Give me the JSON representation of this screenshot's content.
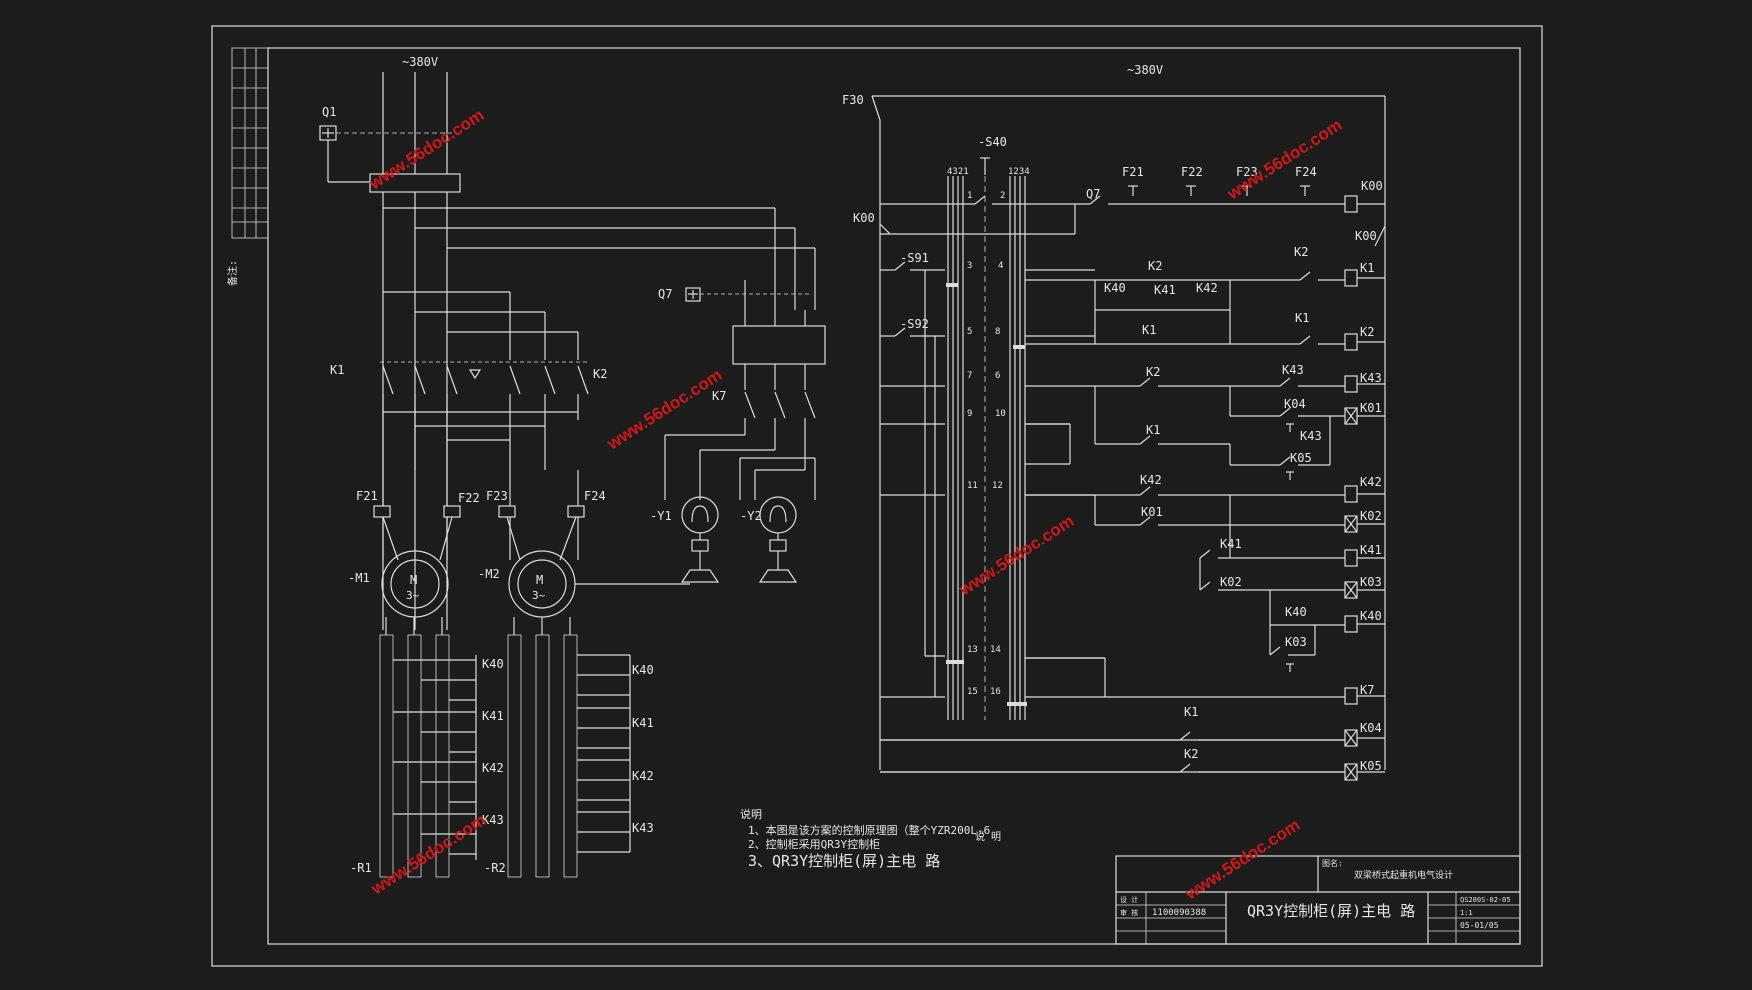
{
  "supply_labels": {
    "left": "~380V",
    "right": "~380V"
  },
  "left_labels": {
    "q1": "Q1",
    "k1": "K1",
    "k2": "K2",
    "q7": "Q7",
    "k7": "K7",
    "f21": "F21",
    "f22": "F22",
    "f23": "F23",
    "f24": "F24",
    "m1": "-M1",
    "m2": "-M2",
    "y1": "-Y1",
    "y2": "-Y2",
    "r1": "-R1",
    "r2": "-R2",
    "motor_m": "M",
    "motor_3": "3~",
    "res_left": [
      "K40",
      "K41",
      "K42",
      "K43"
    ],
    "res_right": [
      "K40",
      "K41",
      "K42",
      "K43"
    ]
  },
  "right_labels": {
    "f30": "F30",
    "s40": "-S40",
    "k00": "K00",
    "q7": "Q7",
    "fuses": [
      "F21",
      "F22",
      "F23",
      "F24"
    ],
    "contacts_top": [
      "4321",
      "1234"
    ],
    "s91": "-S91",
    "s92": "-S92",
    "terminals_left": [
      "1",
      "3",
      "5",
      "7",
      "9",
      "11",
      "13",
      "15"
    ],
    "terminals_right": [
      "2",
      "4",
      "6",
      "8",
      "10",
      "12",
      "14",
      "16"
    ],
    "coils": [
      "K00",
      "K1",
      "K2",
      "K43",
      "K01",
      "K42",
      "K02",
      "K41",
      "K03",
      "K40",
      "K7",
      "K04",
      "K05"
    ],
    "contacts": {
      "k00b": "K00",
      "k2a": "K2",
      "k40a": "K40",
      "k41a": "K41",
      "k42a": "K42",
      "k2b": "K2",
      "k1a": "K1",
      "k1b": "K1",
      "k2c": "K2",
      "k43a": "K43",
      "k04a": "K04",
      "k43b": "K43",
      "k1c": "K1",
      "k05a": "K05",
      "k42b": "K42",
      "k01a": "K01",
      "k41b": "K41",
      "k02a": "K02",
      "k40b": "K40",
      "k03a": "K03",
      "k1d": "K1",
      "k2d": "K2"
    }
  },
  "notes": {
    "heading": "说明",
    "line1": "1、本图是该方案的控制原理图（整个YZR200L-6",
    "line2": "2、控制柜采用QR3Y控制柜",
    "line3": "3、QR3Y控制柜(屏)主电 路",
    "side": "说 明"
  },
  "title_block": {
    "project": "双梁桥式起重机电气设计",
    "drawing_title": "QR3Y控制柜(屏)主电 路",
    "drawing_no": "QS200S-02-05",
    "sheet": "05-01/05",
    "scale": "1:1",
    "number": "1100090388",
    "label_design": "设 计",
    "label_check": "审 核",
    "label_name": "图名:",
    "margin_note": "备注:"
  },
  "watermark": "www.56doc.com",
  "colors": {
    "line": "#dcdcdc",
    "background": "#1c1c1c",
    "watermark": "#d01818"
  }
}
